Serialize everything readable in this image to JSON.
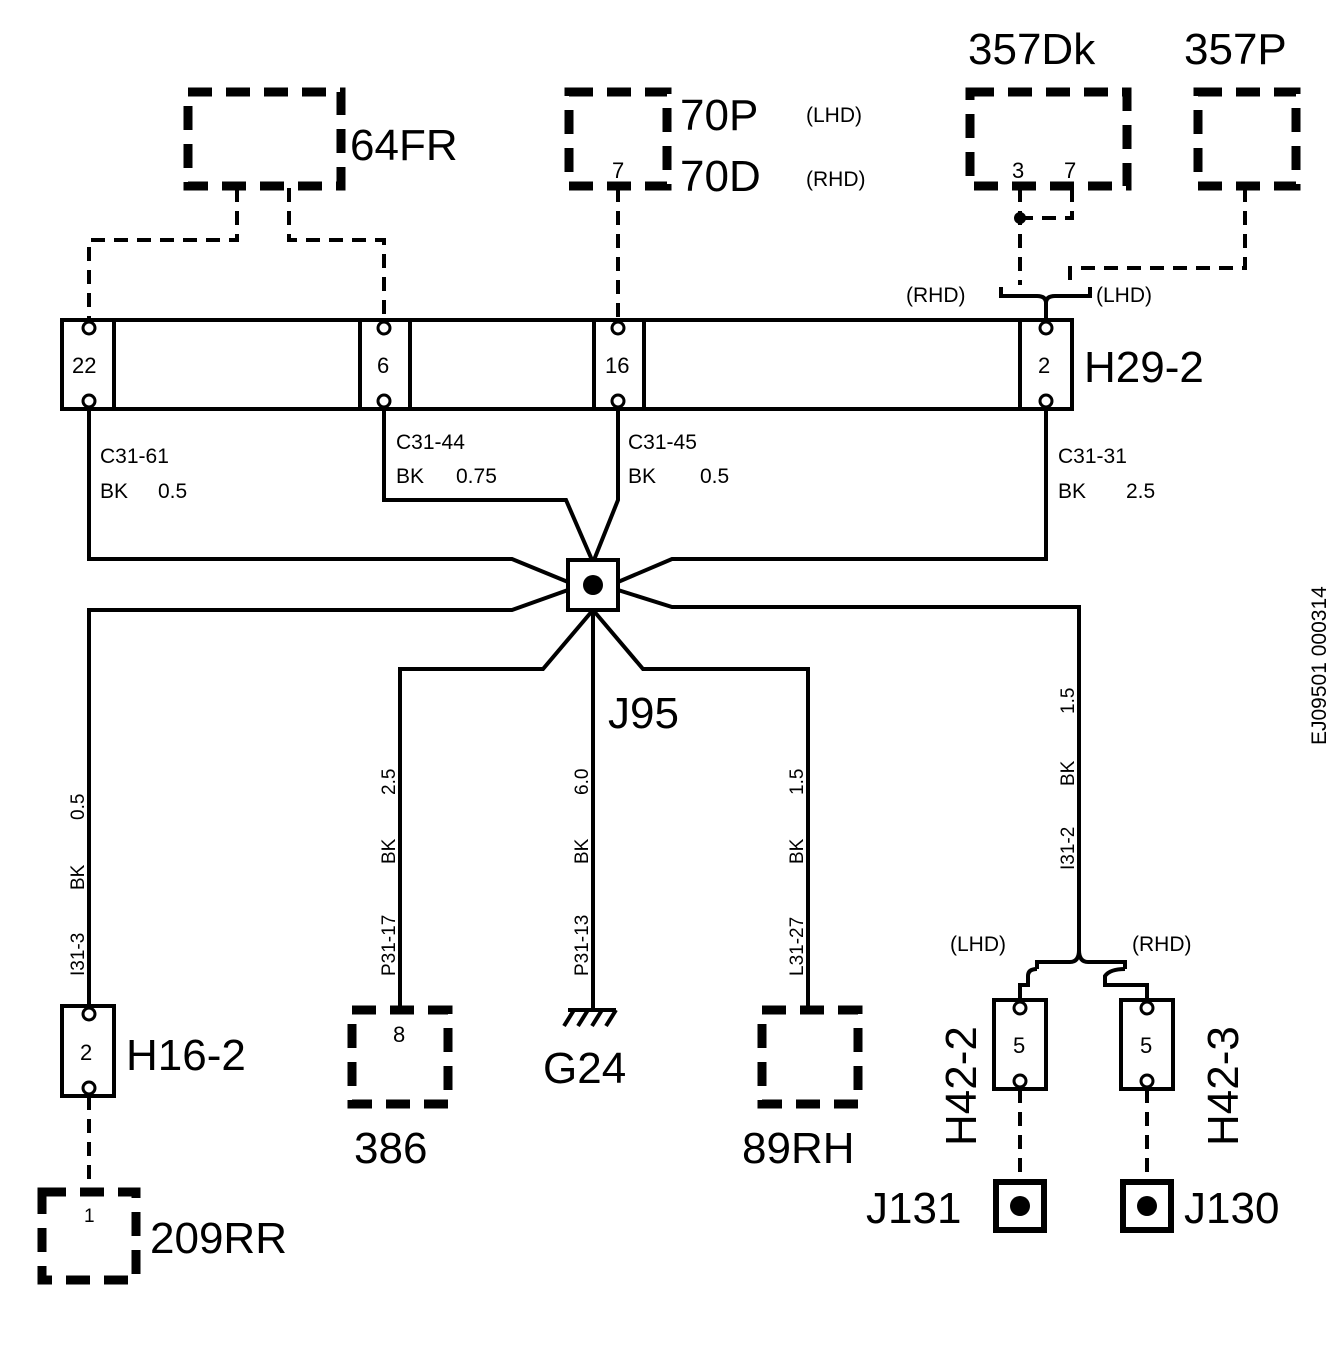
{
  "components": {
    "c64fr": "64FR",
    "c70p": "70P",
    "c70d": "70D",
    "c357dk": "357Dk",
    "c357p": "357P",
    "c209rr": "209RR",
    "c386": "386",
    "c89rh": "89RH",
    "g24": "G24",
    "j95": "J95",
    "j131": "J131",
    "j130": "J130"
  },
  "connectors": {
    "h29": {
      "name": "H29-2",
      "pins": [
        "22",
        "6",
        "16",
        "2"
      ]
    },
    "h16": {
      "name": "H16-2",
      "pin": "2"
    },
    "h42_2": {
      "name": "H42-2",
      "pin": "5"
    },
    "h42_3": {
      "name": "H42-3",
      "pin": "5"
    }
  },
  "pins": {
    "p70": "7",
    "p357a": "3",
    "p357b": "7",
    "p386": "8",
    "p209": "1"
  },
  "variants": {
    "lhd": "(LHD)",
    "rhd": "(RHD)"
  },
  "wires": {
    "c3161": {
      "id": "C31-61",
      "color": "BK",
      "size": "0.5"
    },
    "c3144": {
      "id": "C31-44",
      "color": "BK",
      "size": "0.75"
    },
    "c3145": {
      "id": "C31-45",
      "color": "BK",
      "size": "0.5"
    },
    "c3131": {
      "id": "C31-31",
      "color": "BK",
      "size": "2.5"
    },
    "i313": {
      "id": "I31-3",
      "color": "BK",
      "size": "0.5"
    },
    "p3117": {
      "id": "P31-17",
      "color": "BK",
      "size": "2.5"
    },
    "p3113": {
      "id": "P31-13",
      "color": "BK",
      "size": "6.0"
    },
    "l3127": {
      "id": "L31-27",
      "color": "BK",
      "size": "1.5"
    },
    "i312": {
      "id": "I31-2",
      "color": "BK",
      "size": "1.5"
    }
  },
  "figure_id": "EJ09501 000314"
}
